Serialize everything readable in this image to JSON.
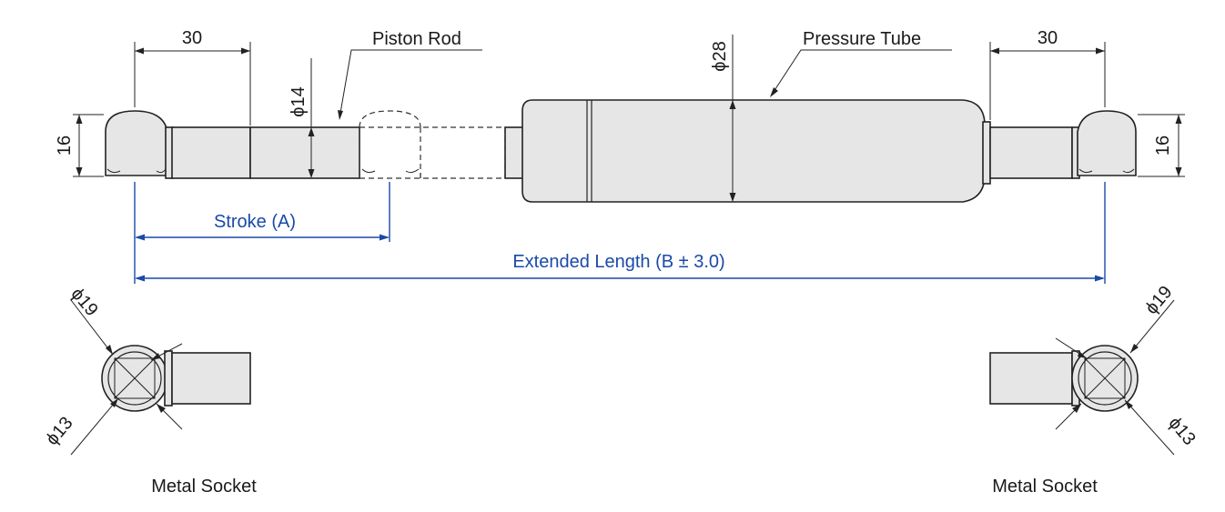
{
  "labels": {
    "piston_rod": "Piston Rod",
    "pressure_tube": "Pressure Tube",
    "stroke": "Stroke (A)",
    "extended_length": "Extended Length (B ± 3.0)",
    "metal_socket_left": "Metal Socket",
    "metal_socket_right": "Metal Socket"
  },
  "dimensions": {
    "end_length_left": "30",
    "end_length_right": "30",
    "socket_height_left": "16",
    "socket_height_right": "16",
    "rod_diameter": "ϕ14",
    "tube_diameter": "ϕ28",
    "socket_outer_left": "ϕ19",
    "socket_inner_left": "ϕ13",
    "socket_outer_right": "ϕ19",
    "socket_inner_right": "ϕ13"
  },
  "colors": {
    "line": "#222222",
    "fill": "#e6e6e6",
    "dimension_blue": "#1a4aa8"
  }
}
